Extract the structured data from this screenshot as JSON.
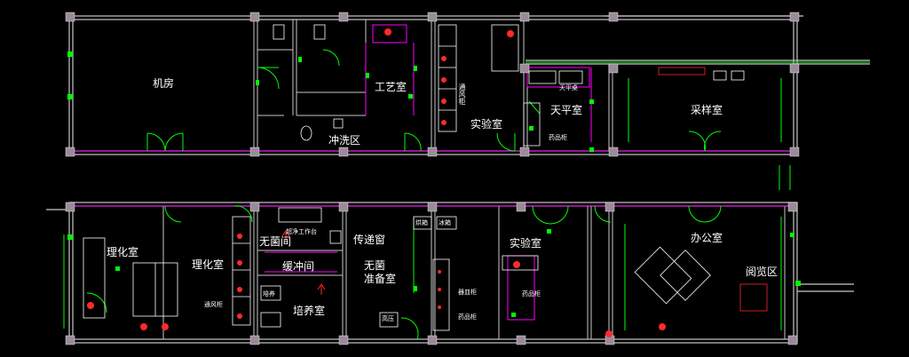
{
  "colors": {
    "background": "#000000",
    "wall": "#c8c8c8",
    "column": "#9a8a9a",
    "partition": "#ff00ff",
    "door": "#00ff00",
    "fixture": "#ffffff",
    "equipment": "#ff2a2a",
    "dimension": "#00d0d0",
    "arrow": "#ff2a2a"
  },
  "rooms": {
    "machine_room": "机房",
    "process_room": "工艺室",
    "washing_area": "冲洗区",
    "lab_top": "实验室",
    "balance_room": "天平室",
    "sampling_room": "采样室",
    "physchem_1": "理化室",
    "physchem_2": "理化室",
    "sterile_room": "无菌间",
    "buffer_room": "缓冲间",
    "culture_room": "培养室",
    "pass_window": "传递窗",
    "sterile_prep": "无菌\n准备室",
    "lab_bottom": "实验室",
    "office": "办公室",
    "reading_area": "阅览区"
  },
  "fixtures": {
    "fume_hood": "通风柜",
    "balance_table": "天平桌",
    "sample_cabinet": "药品柜",
    "clean_bench": "超净工作台",
    "reagent_cabinet": "器皿柜",
    "medicine_cabinet": "药品柜",
    "fume_hood_v": "通风柜",
    "incubator": "培养",
    "dryer": "烘箱",
    "fridge": "冰箱",
    "autoclave": "高压",
    "drug_cabinet_2": "药品柜"
  },
  "icons": [
    "toilet-icon",
    "sink-icon",
    "door-swing-icon",
    "column-icon",
    "workstation-icon",
    "arrow-up-icon"
  ]
}
